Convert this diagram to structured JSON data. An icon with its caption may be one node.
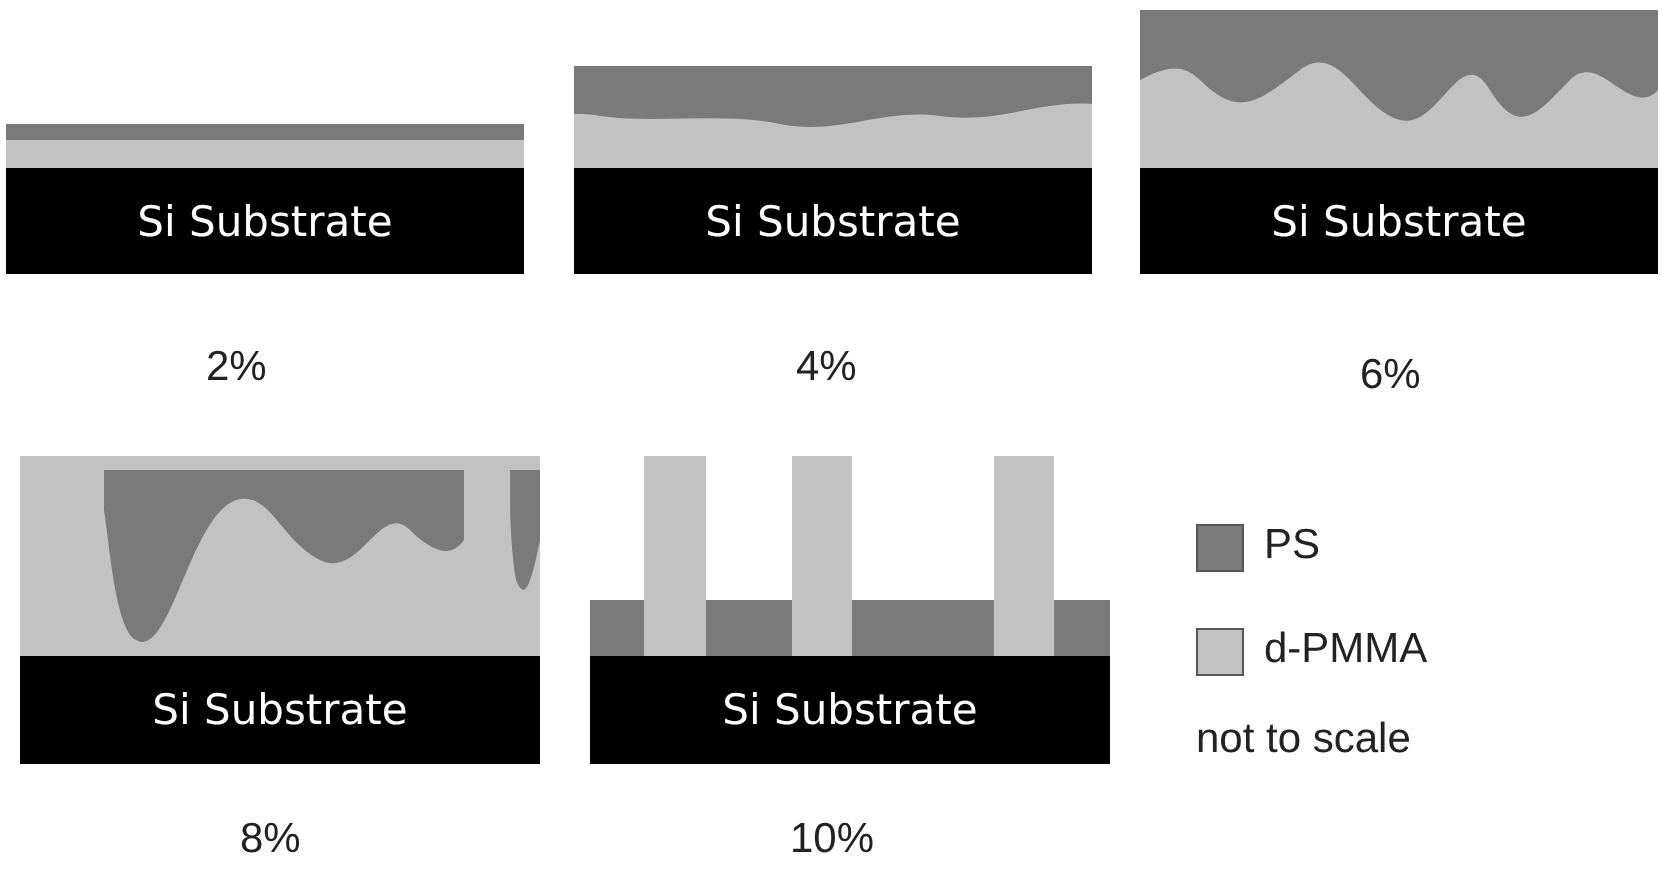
{
  "diagram": {
    "nodes": [
      {
        "text": [
          "Si Substrate"
        ]
      },
      {
        "text": [
          "Si Substrate"
        ]
      },
      {
        "text": [
          "Si Substrate"
        ]
      },
      {
        "text": [
          "Si Substrate"
        ]
      },
      {
        "text": [
          "Si Substrate"
        ]
      }
    ],
    "edges": [],
    "labels": [
      "2%",
      "4%",
      "6%",
      "8%",
      "10%",
      "not to scale"
    ],
    "legend": [
      {
        "text": "PS",
        "color": "#7a7a7a"
      },
      {
        "text": "d-PMMA",
        "color": "#c2c2c2"
      }
    ]
  }
}
